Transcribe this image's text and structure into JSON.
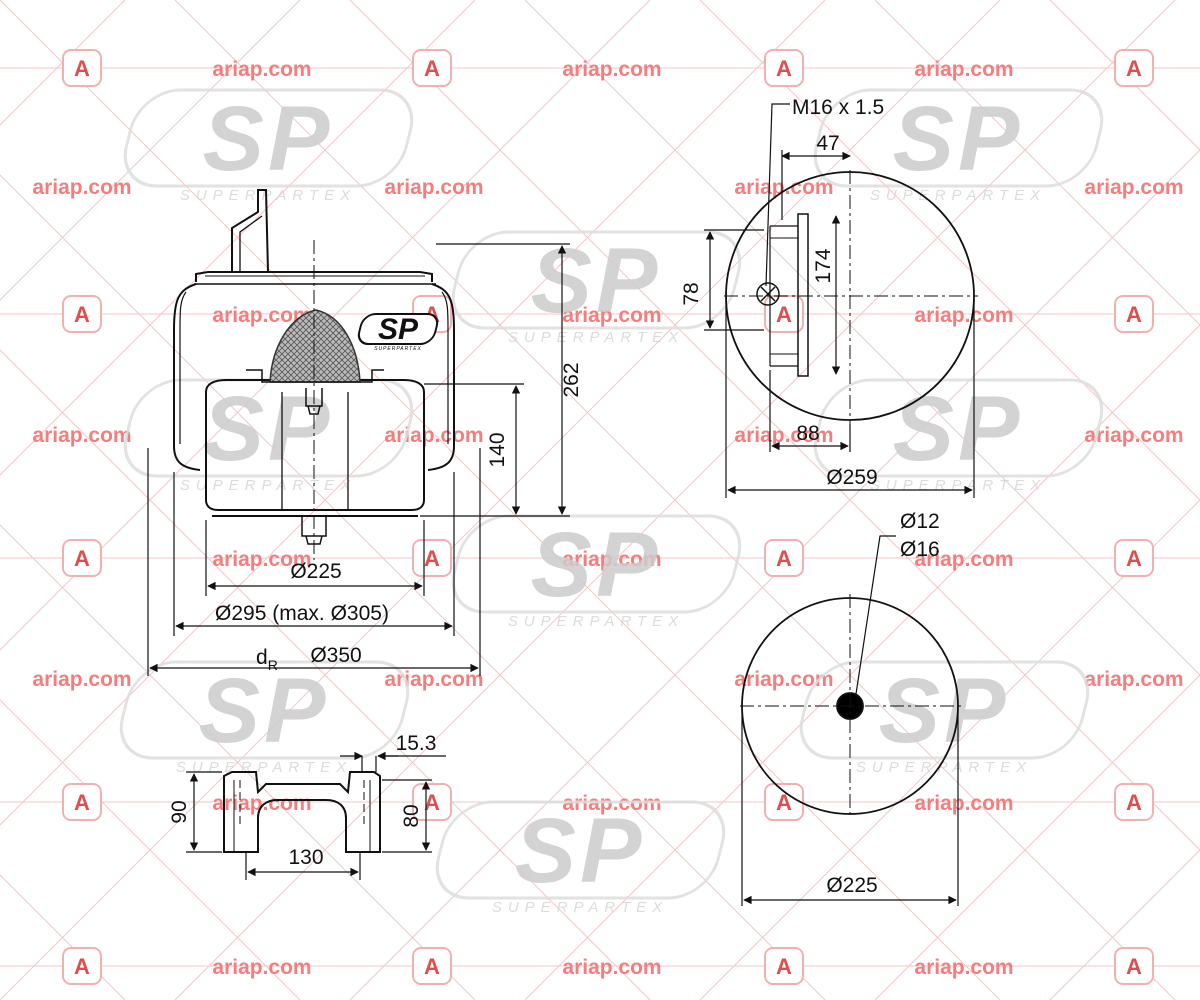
{
  "watermark": {
    "site": "ariap.com",
    "badge_letter": "A",
    "brand_logo": "SP",
    "brand_name": "SUPERPARTEX",
    "colors": {
      "watermark_text": "#f47e7e",
      "badge": "#e44b4b",
      "logo": "#cccccc"
    }
  },
  "dimensions": {
    "thread": "M16 x 1.5",
    "d47": "47",
    "d174": "174",
    "d78": "78",
    "d88": "88",
    "d259": "Ø259",
    "d12": "Ø12",
    "d16": "Ø16",
    "d225_bottom": "Ø225",
    "d262": "262",
    "d140": "140",
    "d225_piston": "Ø225",
    "d295": "Ø295 (max. Ø305)",
    "dR_label": "d",
    "dR_sub": "R",
    "d350": "Ø350",
    "d15_3": "15.3",
    "d90": "90",
    "d80": "80",
    "d130": "130"
  }
}
